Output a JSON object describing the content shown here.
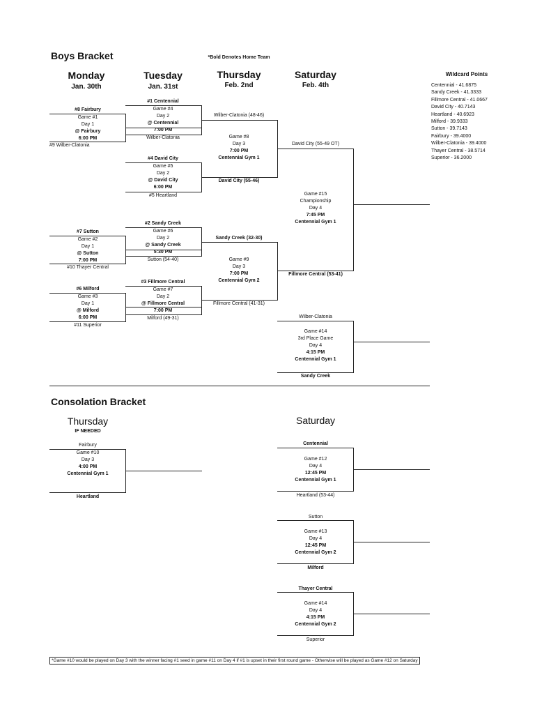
{
  "header": {
    "boys_title": "Boys Bracket",
    "note": "*Bold Denotes Home Team",
    "days": [
      {
        "day": "Monday",
        "date": "Jan. 30th"
      },
      {
        "day": "Tuesday",
        "date": "Jan. 31st"
      },
      {
        "day": "Thursday",
        "date": "Feb. 2nd"
      },
      {
        "day": "Saturday",
        "date": "Feb. 4th"
      }
    ]
  },
  "wildcard": {
    "title": "Wildcard Points",
    "items": [
      "Centennial - 41.6875",
      "Sandy Creek - 41.3333",
      "Fillmore Central - 41.0667",
      "David City - 40.7143",
      "Heartland - 40.6923",
      "Milford - 39.9333",
      "Sutton - 39.7143",
      "Fairbury - 39.4000",
      "Wilber-Clatonia - 39.4000",
      "Thayer Central - 38.5714",
      "Superior - 36.2000"
    ]
  },
  "boys": {
    "g1": {
      "top": "#8 Fairbury",
      "lines": [
        "Game #1",
        "Day 1",
        "@ Fairbury",
        "6:00 PM"
      ],
      "bottom": "#9 Wilber-Clatonia"
    },
    "g2": {
      "top": "#7 Sutton",
      "lines": [
        "Game #2",
        "Day 1",
        "@ Sutton",
        "7:00 PM"
      ],
      "bottom": "#10 Thayer Central"
    },
    "g3": {
      "top": "#6 Milford",
      "lines": [
        "Game #3",
        "Day 1",
        "@ Milford",
        "6:00 PM"
      ],
      "bottom": "#11 Superior"
    },
    "g4": {
      "top": "#1 Centennial",
      "lines": [
        "Game #4",
        "Day 2",
        "@ Centennial",
        "7:00 PM"
      ],
      "bottom": "Wilber-Clatonia"
    },
    "g5": {
      "top": "#4 David City",
      "lines": [
        "Game #5",
        "Day 2",
        "@ David City",
        "6:00 PM"
      ],
      "bottom": "#5 Heartland"
    },
    "g6": {
      "top": "#2 Sandy Creek",
      "lines": [
        "Game #6",
        "Day 2",
        "@ Sandy Creek",
        "5:30 PM"
      ],
      "bottom": "Sutton (54-40)"
    },
    "g7": {
      "top": "#3 Fillmore Central",
      "lines": [
        "Game #7",
        "Day 2",
        "@ Fillmore Central",
        "7:00 PM"
      ],
      "bottom": "Milford (49-31)"
    },
    "g8": {
      "top": "Wilber-Clatonia (48-46)",
      "lines": [
        "Game #8",
        "Day 3",
        "7:00 PM",
        "Centennial Gym 1"
      ],
      "bottom": "David City (55-46)"
    },
    "g9": {
      "top": "Sandy Creek (32-30)",
      "lines": [
        "Game #9",
        "Day 3",
        "7:00 PM",
        "Centennial Gym 2"
      ],
      "bottom": "Fillmore Central (41-31)"
    },
    "g15": {
      "top": "David City (55-49 OT)",
      "lines": [
        "Game #15",
        "Championship",
        "Day 4",
        "7:45 PM",
        "Centennial Gym 1"
      ],
      "bottom": "Fillmore Central (53-41)"
    },
    "g14": {
      "top": "Wilber-Clatonia",
      "lines": [
        "Game #14",
        "3rd Place Game",
        "Day 4",
        "4:15 PM",
        "Centennial Gym 1"
      ],
      "bottom": "Sandy Creek"
    }
  },
  "consolation": {
    "title": "Consolation Bracket",
    "thursday": "Thursday",
    "if_needed": "IF NEEDED",
    "saturday": "Saturday",
    "g10": {
      "top": "Fairbury",
      "lines": [
        "Game #10",
        "Day 3",
        "4:00 PM",
        "Centennial Gym 1"
      ],
      "bottom": "Heartland"
    },
    "g12": {
      "top": "Centennial",
      "lines": [
        "Game #12",
        "Day 4",
        "12:45 PM",
        "Centennial Gym 1"
      ],
      "bottom": "Heartland (53-44)"
    },
    "g13": {
      "top": "Sutton",
      "lines": [
        "Game #13",
        "Day 4",
        "12:45 PM",
        "Centennial Gym 2"
      ],
      "bottom": "Milford"
    },
    "g14c": {
      "top": "Thayer Central",
      "lines": [
        "Game #14",
        "Day 4",
        "4:15 PM",
        "Centennial Gym 2"
      ],
      "bottom": "Superior"
    }
  },
  "footnote": "*Game #10 would be played on Day 3 with the winner facing #1 seed in game #11 on Day 4 if #1 is upset in their first round game - Otherwise will be played as Game #12 on Saturday"
}
